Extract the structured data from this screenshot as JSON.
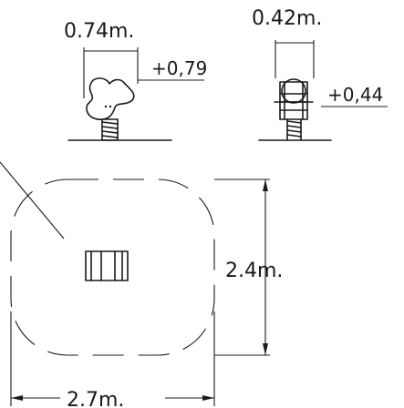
{
  "drawing": {
    "front_view": {
      "width_label": "0.74m.",
      "height_label": "+0,79"
    },
    "side_view": {
      "width_label": "0.42m.",
      "height_label": "+0,44"
    },
    "plan_view": {
      "depth_label": "2.4m.",
      "width_label": "2.7m."
    }
  }
}
